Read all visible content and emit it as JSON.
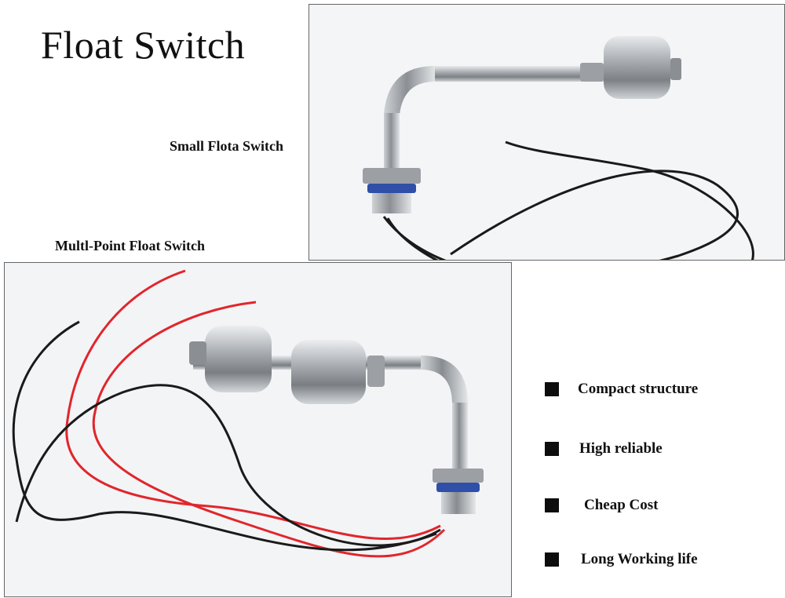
{
  "title": "Float Switch",
  "labels": {
    "small": "Small Flota Switch",
    "multi": "Multl-Point Float Switch"
  },
  "features": [
    {
      "text": "Compact structure",
      "icon": "square-bullet-icon"
    },
    {
      "text": "High  reliable",
      "icon": "square-bullet-icon"
    },
    {
      "text": "Cheap Cost",
      "icon": "square-bullet-icon"
    },
    {
      "text": "Long Working life",
      "icon": "square-bullet-icon"
    }
  ],
  "colors": {
    "wire_black": "#1a1a1a",
    "wire_red": "#e0262c",
    "steel": "#b9bcc0",
    "seal_ring": "#2f4fa8",
    "photo_bg": "#f3f4f6"
  }
}
